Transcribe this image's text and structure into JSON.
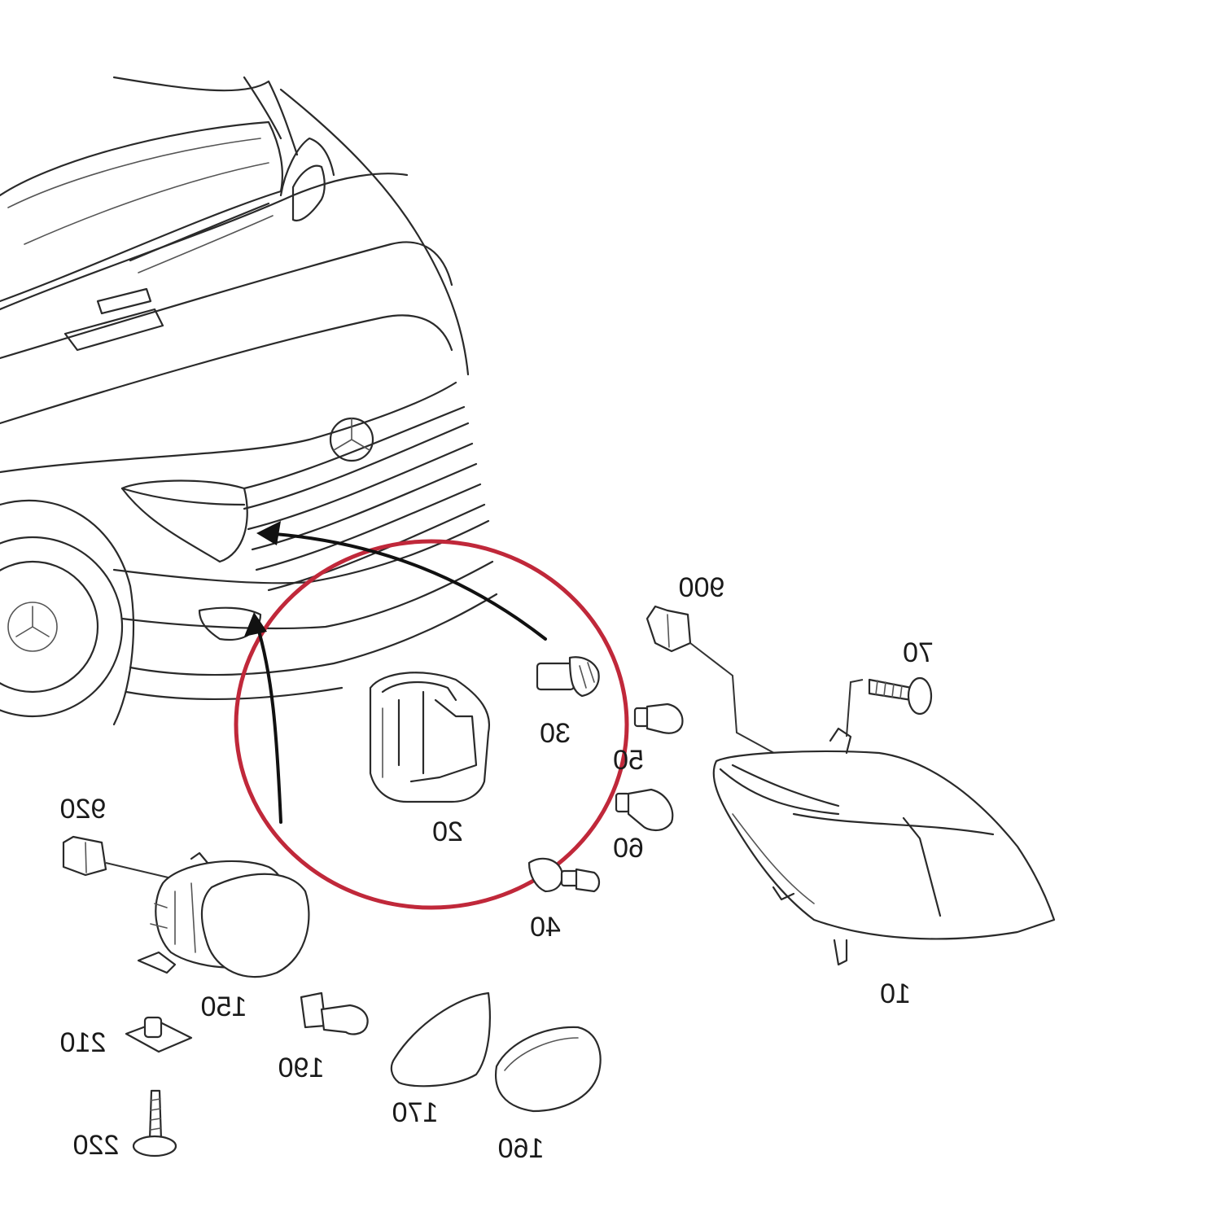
{
  "diagram": {
    "highlight_color": "#c0283a",
    "line_color": "#2a2a2a",
    "callouts": [
      {
        "id": "c10",
        "label": "10"
      },
      {
        "id": "c20",
        "label": "20"
      },
      {
        "id": "c30",
        "label": "30"
      },
      {
        "id": "c40",
        "label": "40"
      },
      {
        "id": "c50",
        "label": "50"
      },
      {
        "id": "c60",
        "label": "60"
      },
      {
        "id": "c70",
        "label": "70"
      },
      {
        "id": "c150",
        "label": "150"
      },
      {
        "id": "c160",
        "label": "160"
      },
      {
        "id": "c170",
        "label": "170"
      },
      {
        "id": "c190",
        "label": "190"
      },
      {
        "id": "c210",
        "label": "210"
      },
      {
        "id": "c220",
        "label": "220"
      },
      {
        "id": "c900",
        "label": "900"
      },
      {
        "id": "c920",
        "label": "920"
      }
    ]
  }
}
